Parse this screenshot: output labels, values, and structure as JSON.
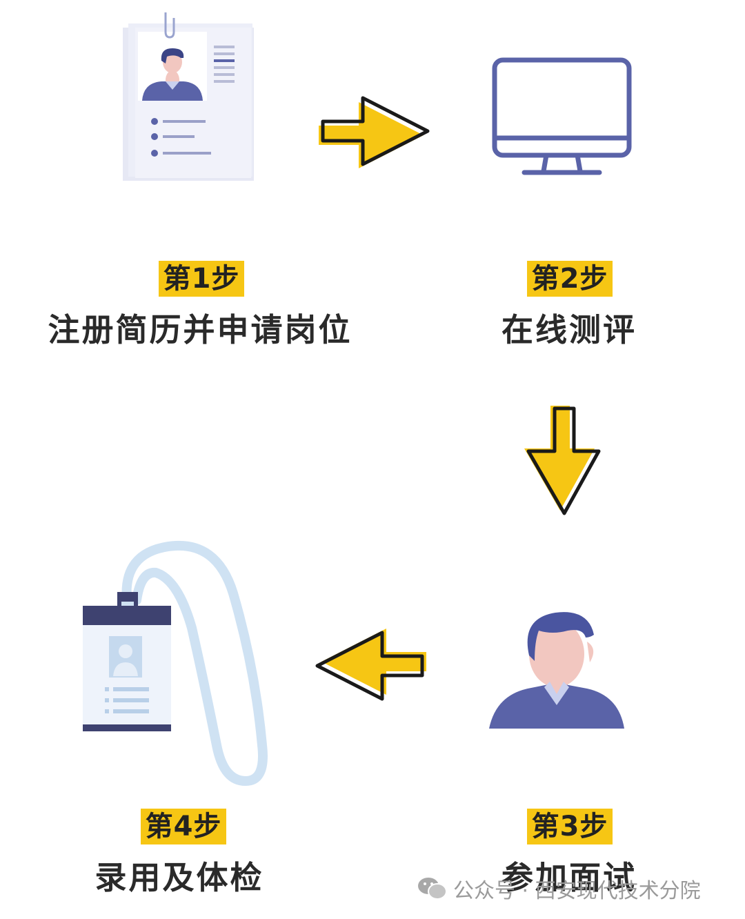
{
  "steps": [
    {
      "tag": "第1步",
      "title": "注册简历并申请岗位",
      "icon": "resume-icon"
    },
    {
      "tag": "第2步",
      "title": "在线测评",
      "icon": "monitor-icon"
    },
    {
      "tag": "第3步",
      "title": "参加面试",
      "icon": "person-icon"
    },
    {
      "tag": "第4步",
      "title": "录用及体检",
      "icon": "badge-lanyard-icon"
    }
  ],
  "watermark": {
    "text": "公众号 · 西安现代技术分院",
    "icon": "wechat-icon"
  },
  "colors": {
    "accent": "#f6c614",
    "icon_blue": "#5a63a8",
    "lanyard": "#cfe2f3"
  }
}
